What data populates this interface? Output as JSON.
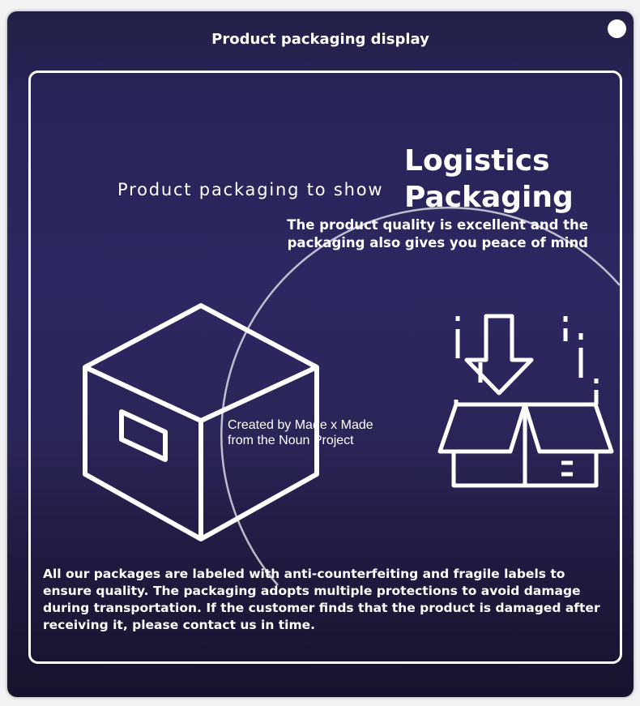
{
  "dialog": {
    "title": "Product packaging display",
    "close_icon": "close-circle-icon"
  },
  "content": {
    "subtitle": "Product packaging to show",
    "headline_line1": "Logistics",
    "headline_line2": "Packaging",
    "tagline_line1": "The product quality is excellent and the",
    "tagline_line2": "packaging also gives you peace of mind",
    "credit_line1": "Created by Made x Made",
    "credit_line2": "from the Noun Project",
    "description": "All our packages are labeled with anti-counterfeiting and fragile labels to ensure quality. The packaging adopts multiple protections to avoid damage during transportation. If the customer finds that the product is damaged after receiving it, please contact us in time."
  },
  "icons": {
    "left": "closed-box-icon",
    "right": "open-box-arrow-icon"
  },
  "colors": {
    "background_top": "#232047",
    "background_mid": "#2c2862",
    "background_bottom": "#16132e",
    "foreground": "#ffffff"
  }
}
